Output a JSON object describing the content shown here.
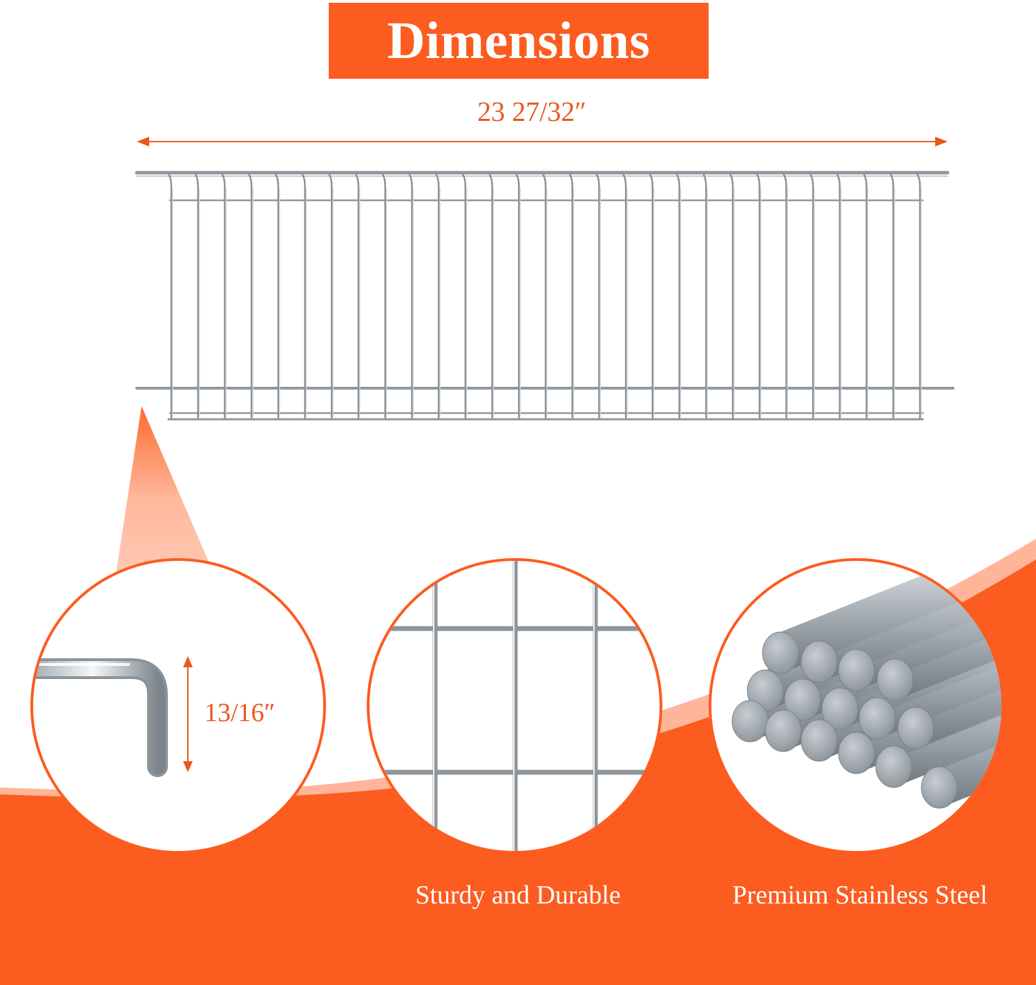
{
  "banner": {
    "title": "Dimensions"
  },
  "dimensions": {
    "width_label": "23 27/32″",
    "height_label": "13/16″"
  },
  "features": [
    {
      "caption": "Sturdy and Durable"
    },
    {
      "caption": "Premium Stainless Steel"
    }
  ],
  "colors": {
    "accent": "#fc5c1f",
    "accent_light": "#ffab90",
    "text_on_accent": "#ffffff",
    "steel": "#9aa3aa"
  },
  "icons": [
    "double-arrow-horizontal-icon",
    "double-arrow-vertical-icon"
  ]
}
